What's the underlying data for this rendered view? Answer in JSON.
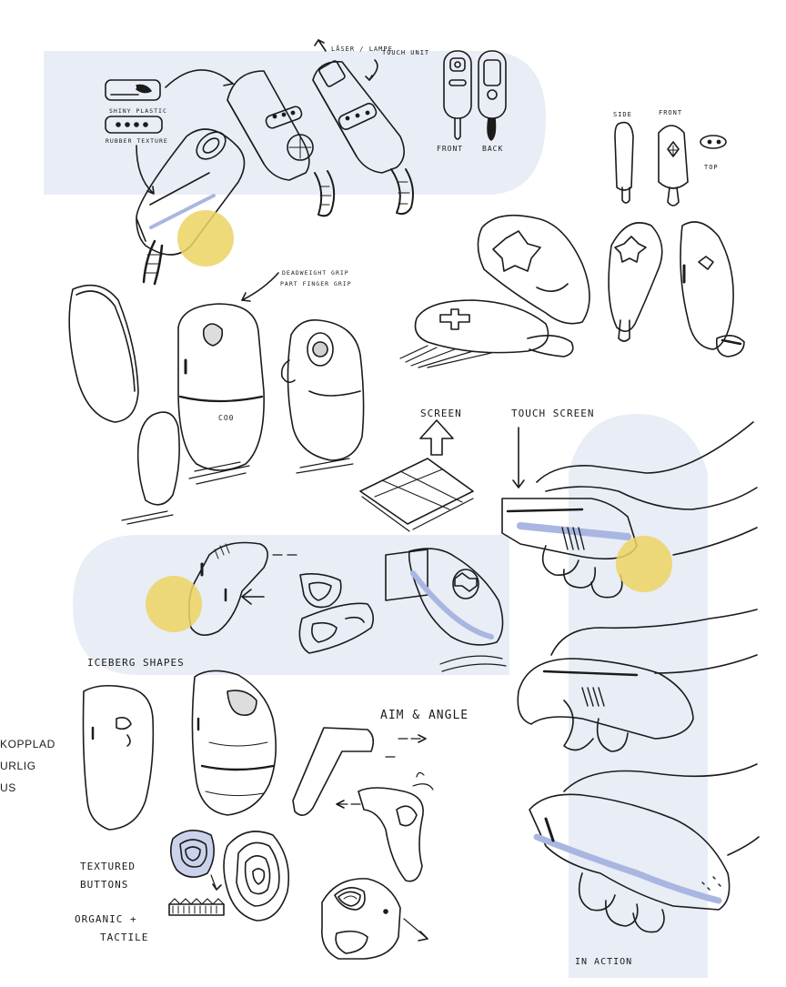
{
  "colors": {
    "paper": "#ffffff",
    "ink": "#1b1b1b",
    "blue_band": "#e9edf6",
    "blue_shade": "#a9b6e0",
    "yellow_dot": "#ecd361"
  },
  "labels": {
    "shiny_plastic": "SHINY PLASTIC",
    "rubber_texture": "RUBBER TEXTURE",
    "lock_lamp": "LÅSER / LAMPE",
    "touch_unit": "TOUCH UNIT",
    "front_small": "FRONT",
    "back_small": "BACK",
    "side": "SIDE",
    "front": "FRONT",
    "top": "TOP",
    "grip_note_1": "DEADWEIGHT GRIP",
    "grip_note_2": "PART FINGER GRIP",
    "screen": "SCREEN",
    "touch_screen": "TOUCH SCREEN",
    "iceberg": "ICEBERG SHAPES",
    "aim_angle": "AIM & ANGLE",
    "textured_1": "TEXTURED",
    "textured_2": "BUTTONS",
    "organic_1": "ORGANIC +",
    "organic_2": "TACTILE",
    "in_action": "IN ACTION",
    "device_badge": "CO0"
  },
  "side_text": [
    "KOPPLAD",
    "URLIG",
    "US"
  ]
}
